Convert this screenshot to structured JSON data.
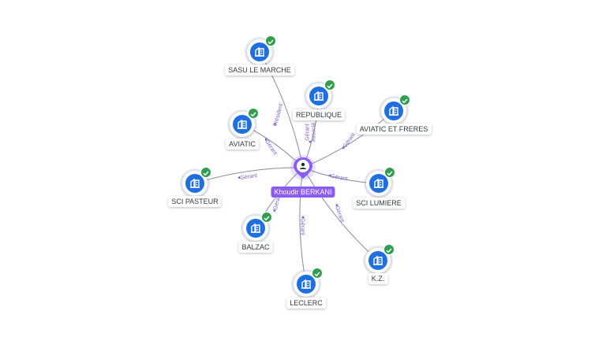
{
  "center": {
    "name": "Khoudir BERKANI",
    "icon": "person-icon",
    "color": "#8b5cf6"
  },
  "nodes": [
    {
      "id": "sasu-le-marche",
      "label": "SASU LE MARCHE",
      "relation": "Président",
      "icon": "building-icon",
      "verified": true
    },
    {
      "id": "republique",
      "label": "REPUBLIQUE",
      "relation": "Gérant Associé",
      "relation_lines": [
        "Gérant",
        "Associé"
      ],
      "icon": "building-icon",
      "verified": true
    },
    {
      "id": "aviatic-et-freres",
      "label": "AVIATIC ET FRERES",
      "relation": "Gérant",
      "icon": "building-icon",
      "verified": true
    },
    {
      "id": "aviatic",
      "label": "AVIATIC",
      "relation": "Gérant",
      "icon": "building-icon",
      "verified": true
    },
    {
      "id": "sci-pasteur",
      "label": "SCI PASTEUR",
      "relation": "Gérant",
      "icon": "building-icon",
      "verified": true
    },
    {
      "id": "sci-lumiere",
      "label": "SCI LUMIERE",
      "relation": "Gérant",
      "icon": "building-icon",
      "verified": true
    },
    {
      "id": "balzac",
      "label": "BALZAC",
      "relation": "Gérant",
      "icon": "building-icon",
      "verified": true
    },
    {
      "id": "k-z",
      "label": "K.Z.",
      "relation": "Gérant",
      "icon": "building-icon",
      "verified": true
    },
    {
      "id": "leclerc",
      "label": "LECLERC",
      "relation": "Gérant",
      "icon": "building-icon",
      "verified": true
    }
  ],
  "colors": {
    "company_fill": "#1f6fe0",
    "check_fill": "#2f9e4f",
    "relation_text": "#7a5fc9",
    "edge": "#8a8ca0"
  }
}
